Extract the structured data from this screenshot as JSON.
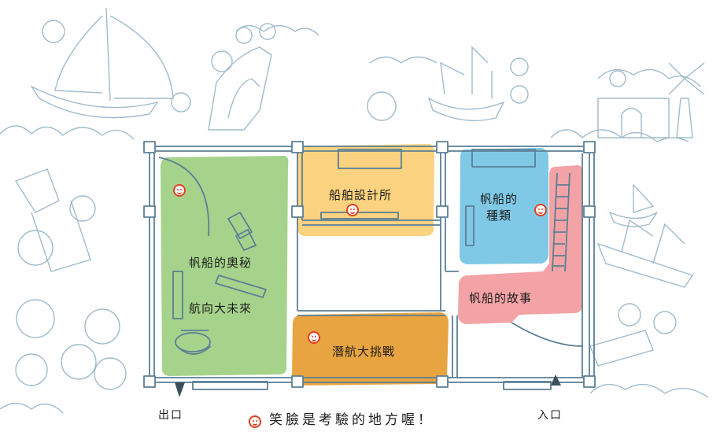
{
  "rooms": {
    "mystery": {
      "line1": "帆船的奧秘",
      "line2": "航向大未來",
      "color": "#a6d38b"
    },
    "design": {
      "label": "船舶設計所",
      "color": "#fbd27f"
    },
    "types": {
      "line1": "帆船的",
      "line2": "種類",
      "color": "#7fc8e6"
    },
    "story": {
      "label": "帆船的故事",
      "color": "#f3a3a6"
    },
    "dive": {
      "label": "潛航大挑戰",
      "color": "#e8a440"
    }
  },
  "exit": {
    "label": "出口"
  },
  "entrance": {
    "label": "入口"
  },
  "legend": {
    "text": "笑臉是考驗的地方喔！",
    "face_color": "#e2401f"
  },
  "line_color": "#6b8fa6"
}
